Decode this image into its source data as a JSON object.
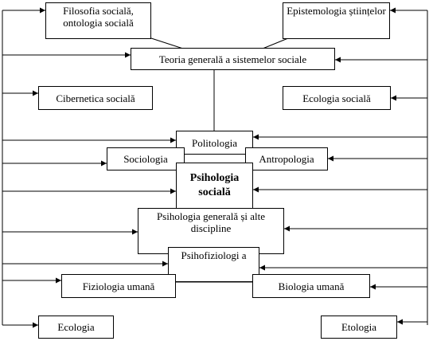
{
  "nodes": {
    "filosofia": "Filosofia socială, ontologia socială",
    "epistemologia": "Epistemologia științelor",
    "teoria": "Teoria generală a sistemelor sociale",
    "cibernetica": "Cibernetica socială",
    "ecologia_sociala": "Ecologia socială",
    "politologia": "Politologia",
    "sociologia": "Sociologia",
    "antropologia": "Antropologia",
    "psihologia_sociala": "Psihologia socială",
    "psihologia_generala": "Psihologia generală și alte discipline",
    "psihofiziologia": "Psihofiziologi a",
    "fiziologia": "Fiziologia umană",
    "biologia": "Biologia umană",
    "ecologia": "Ecologia",
    "etologia": "Etologia"
  },
  "colors": {
    "line": "#000000",
    "background": "#ffffff"
  }
}
